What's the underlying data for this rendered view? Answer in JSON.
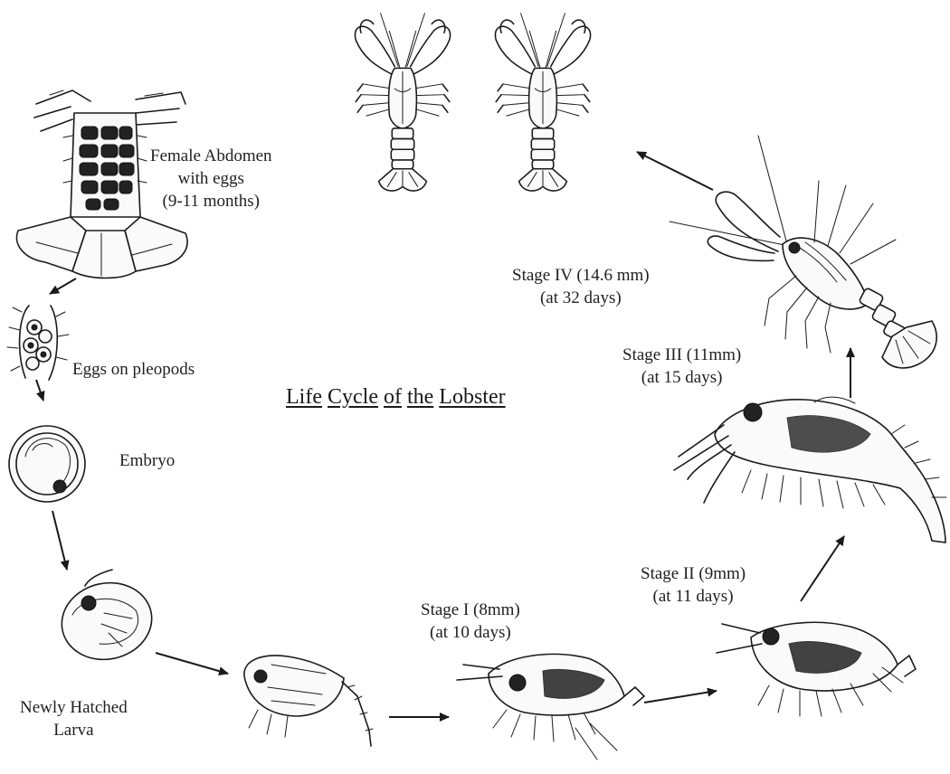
{
  "title": {
    "words": [
      "Life",
      "Cycle",
      "of",
      "the",
      "Lobster"
    ]
  },
  "stages": {
    "female_abdomen": [
      "Female Abdomen",
      "with eggs",
      "(9-11 months)"
    ],
    "eggs_on_pleopods": "Eggs on pleopods",
    "embryo": "Embryo",
    "newly_hatched": [
      "Newly Hatched",
      "Larva"
    ],
    "stage_1": [
      "Stage I (8mm)",
      "(at 10 days)"
    ],
    "stage_2": [
      "Stage II (9mm)",
      "(at 11 days)"
    ],
    "stage_3": [
      "Stage III (11mm)",
      "(at 15 days)"
    ],
    "stage_4": [
      "Stage IV (14.6 mm)",
      "(at 32 days)"
    ]
  },
  "icons": [
    "female-abdomen-icon",
    "eggs-on-pleopods-icon",
    "embryo-icon",
    "hatched-larva-icon",
    "larva-icon",
    "stage-1-larva-icon",
    "stage-2-larva-icon",
    "stage-3-larva-icon",
    "stage-4-lobster-icon",
    "adult-lobster-icon"
  ]
}
